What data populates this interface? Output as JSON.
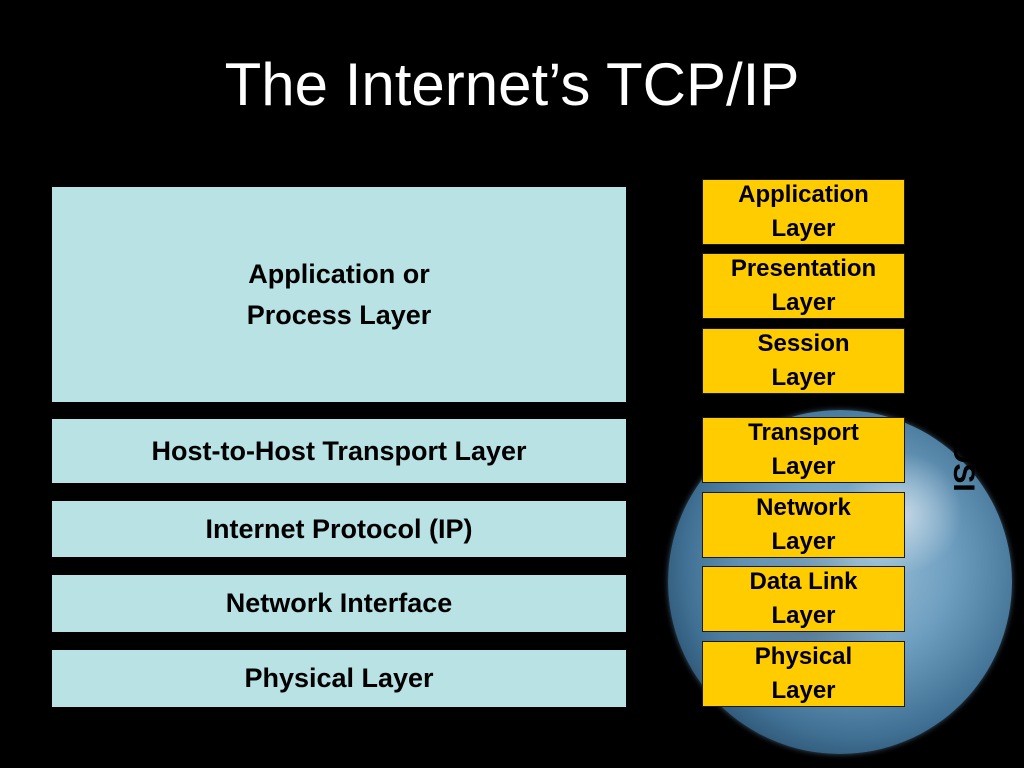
{
  "slide": {
    "title": "The Internet’s TCP/IP"
  },
  "tcpip_layers": [
    {
      "label": "Application or\nProcess Layer"
    },
    {
      "label": "Host-to-Host Transport  Layer"
    },
    {
      "label": "Internet Protocol (IP)"
    },
    {
      "label": "Network Interface"
    },
    {
      "label": "Physical Layer"
    }
  ],
  "osi_layers": [
    {
      "label": "Application\nLayer"
    },
    {
      "label": "Presentation\nLayer"
    },
    {
      "label": "Session\nLayer"
    },
    {
      "label": "Transport\nLayer"
    },
    {
      "label": "Network\nLayer"
    },
    {
      "label": "Data Link\nLayer"
    },
    {
      "label": "Physical\nLayer"
    }
  ],
  "osi_side_label": "OSI",
  "colors": {
    "background": "#000000",
    "tcpip_box": "#b9e2e4",
    "osi_box": "#ffcc00",
    "title_text": "#ffffff"
  }
}
